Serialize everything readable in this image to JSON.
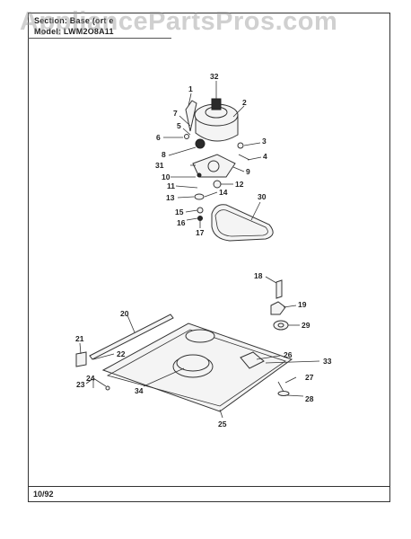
{
  "header": {
    "line1": "Section: Base (ort e",
    "line2": "Model: LWM2O8A11"
  },
  "watermark": "AppliancePartsPros.com",
  "footer": {
    "date": "10/92"
  },
  "callouts": [
    {
      "id": "c1",
      "label": "1"
    },
    {
      "id": "c2",
      "label": "2"
    },
    {
      "id": "c3",
      "label": "3"
    },
    {
      "id": "c4",
      "label": "4"
    },
    {
      "id": "c5",
      "label": "5"
    },
    {
      "id": "c6",
      "label": "6"
    },
    {
      "id": "c7",
      "label": "7"
    },
    {
      "id": "c8",
      "label": "8"
    },
    {
      "id": "c9",
      "label": "9"
    },
    {
      "id": "c10",
      "label": "10"
    },
    {
      "id": "c11",
      "label": "11"
    },
    {
      "id": "c12",
      "label": "12"
    },
    {
      "id": "c13",
      "label": "13"
    },
    {
      "id": "c14",
      "label": "14"
    },
    {
      "id": "c15",
      "label": "15"
    },
    {
      "id": "c16",
      "label": "16"
    },
    {
      "id": "c17",
      "label": "17"
    },
    {
      "id": "c18",
      "label": "18"
    },
    {
      "id": "c19",
      "label": "19"
    },
    {
      "id": "c20",
      "label": "20"
    },
    {
      "id": "c21",
      "label": "21"
    },
    {
      "id": "c22",
      "label": "22"
    },
    {
      "id": "c23",
      "label": "23"
    },
    {
      "id": "c24",
      "label": "24"
    },
    {
      "id": "c25",
      "label": "25"
    },
    {
      "id": "c26",
      "label": "26"
    },
    {
      "id": "c27",
      "label": "27"
    },
    {
      "id": "c28",
      "label": "28"
    },
    {
      "id": "c29",
      "label": "29"
    },
    {
      "id": "c30",
      "label": "30"
    },
    {
      "id": "c31",
      "label": "31"
    },
    {
      "id": "c32",
      "label": "32"
    },
    {
      "id": "c33",
      "label": "33"
    },
    {
      "id": "c34",
      "label": "34"
    }
  ]
}
